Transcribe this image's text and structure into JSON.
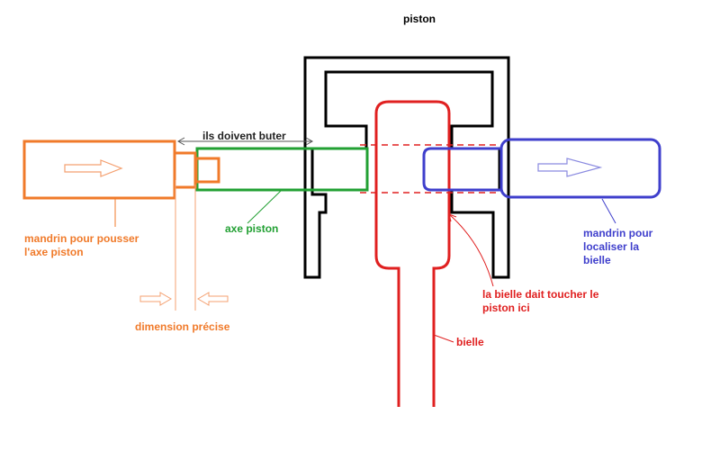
{
  "title": "piston",
  "labels": {
    "butee": "ils doivent buter",
    "axe": "axe piston",
    "mandrin_pousser_line1": "mandrin pour pousser",
    "mandrin_pousser_line2": "l'axe piston",
    "dimension": "dimension précise",
    "mandrin_localiser_line1": "mandrin pour",
    "mandrin_localiser_line2": "localiser la",
    "mandrin_localiser_line3": "bielle",
    "bielle_toucher_line1": "la bielle dait toucher le",
    "bielle_toucher_line2": "piston ici",
    "bielle": "bielle"
  },
  "colors": {
    "piston": "#000000",
    "bielle": "#e02020",
    "axe": "#22a033",
    "mandrin_pousser": "#f07a2a",
    "mandrin_localiser": "#3f3fcc",
    "annotation": "#555555"
  }
}
